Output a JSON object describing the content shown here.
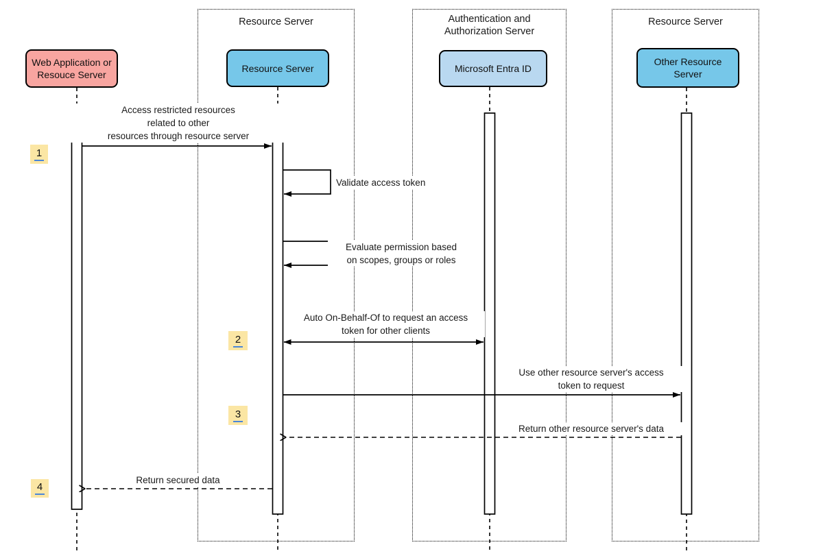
{
  "groups": [
    {
      "title_lines": [
        "Resource Server"
      ]
    },
    {
      "title_lines": [
        "Authentication and",
        "Authorization Server"
      ]
    },
    {
      "title_lines": [
        "Resource Server"
      ]
    }
  ],
  "actors": [
    {
      "lines": [
        "Web Application or",
        "Resouce Server"
      ],
      "fill": "#f8a5a0"
    },
    {
      "lines": [
        "Resource Server"
      ],
      "fill": "#76c7e9"
    },
    {
      "lines": [
        "Microsoft Entra ID"
      ],
      "fill": "#b9d8f0"
    },
    {
      "lines": [
        "Other Resource",
        "Server"
      ],
      "fill": "#76c7e9"
    }
  ],
  "steps": {
    "s1": "1",
    "s2": "2",
    "s3": "3",
    "s4": "4"
  },
  "messages": {
    "access_restricted": {
      "lines": [
        "Access restricted resources",
        "related to other",
        "resources through resource server"
      ]
    },
    "validate": {
      "lines": [
        "Validate access token"
      ]
    },
    "evaluate": {
      "lines": [
        "Evaluate permission based",
        "on scopes, groups or roles"
      ]
    },
    "obo": {
      "lines": [
        "Auto On-Behalf-Of to request an access",
        "token for other clients"
      ]
    },
    "use_token": {
      "lines": [
        "Use other resource server's access",
        "token to request"
      ]
    },
    "return_other": {
      "lines": [
        "Return other resource server's data"
      ]
    },
    "return_secured": {
      "lines": [
        "Return secured data"
      ]
    }
  },
  "colors": {
    "actor_pink": "#f8a5a0",
    "actor_blue": "#76c7e9",
    "actor_light_blue": "#b9d8f0",
    "badge_background": "#fbe6a4",
    "badge_underline": "#4a86d8",
    "line": "#000000",
    "background": "#ffffff"
  }
}
